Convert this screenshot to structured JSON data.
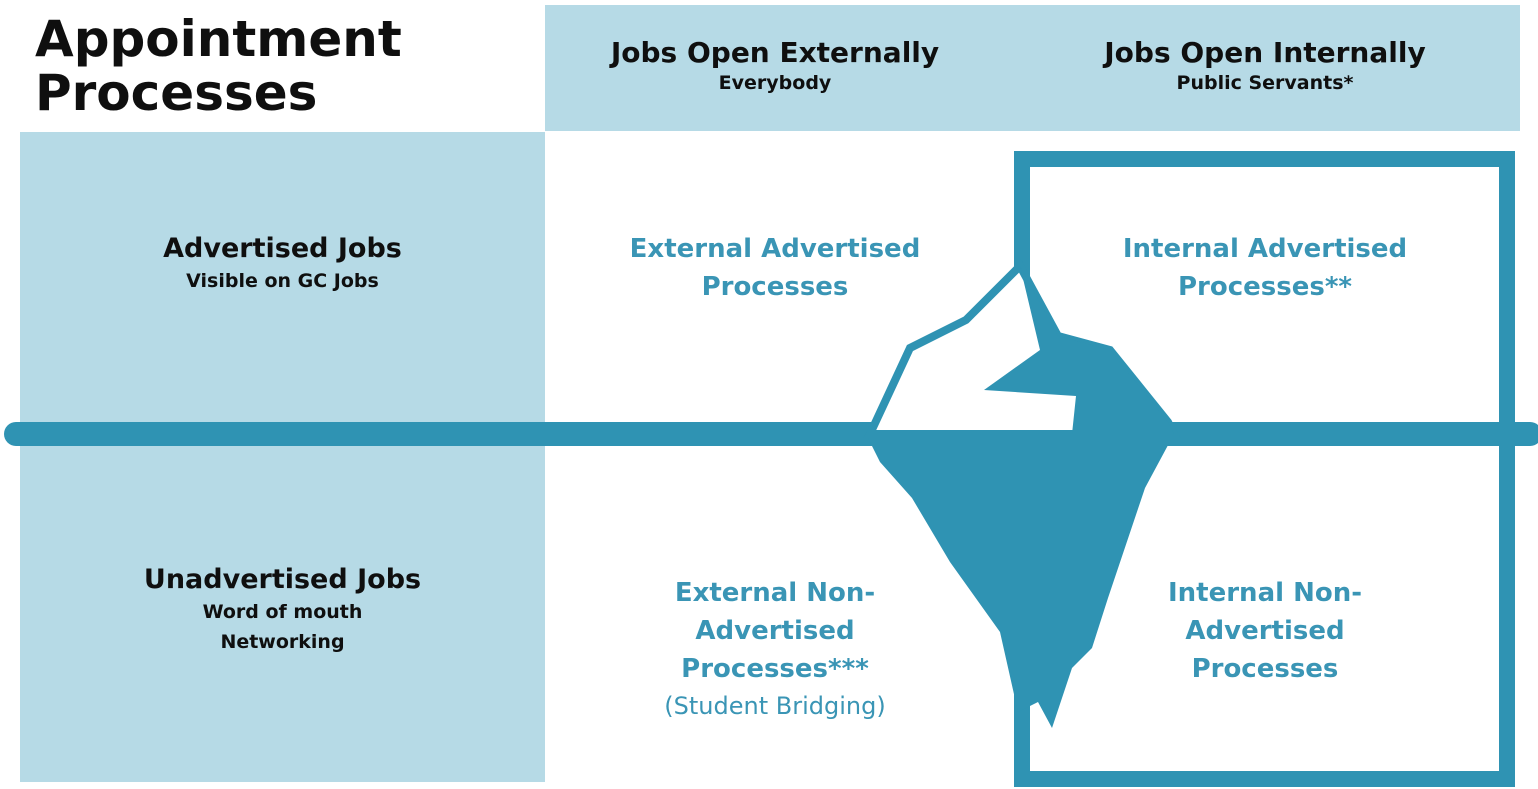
{
  "title": [
    "Appointment",
    "Processes"
  ],
  "columns": [
    {
      "title": "Jobs Open Externally",
      "subtitle": "Everybody"
    },
    {
      "title": "Jobs Open Internally",
      "subtitle": "Public Servants*"
    }
  ],
  "rows": [
    {
      "title": "Advertised Jobs",
      "subtitles": [
        "Visible on GC Jobs"
      ]
    },
    {
      "title": "Unadvertised Jobs",
      "subtitles": [
        "Word of mouth",
        "Networking"
      ]
    }
  ],
  "cells": {
    "external_advertised": [
      "External Advertised",
      "Processes"
    ],
    "internal_advertised": [
      "Internal Advertised",
      "Processes**"
    ],
    "external_non_advertised": [
      "External Non-",
      "Advertised",
      "Processes***"
    ],
    "external_non_advertised_note": "(Student Bridging)",
    "internal_non_advertised": [
      "Internal Non-",
      "Advertised",
      "Processes"
    ]
  },
  "colors": {
    "panel": "#b6dae6",
    "accent": "#3a95b5",
    "iceberg": "#2f93b3",
    "text": "#0f0f0f"
  }
}
